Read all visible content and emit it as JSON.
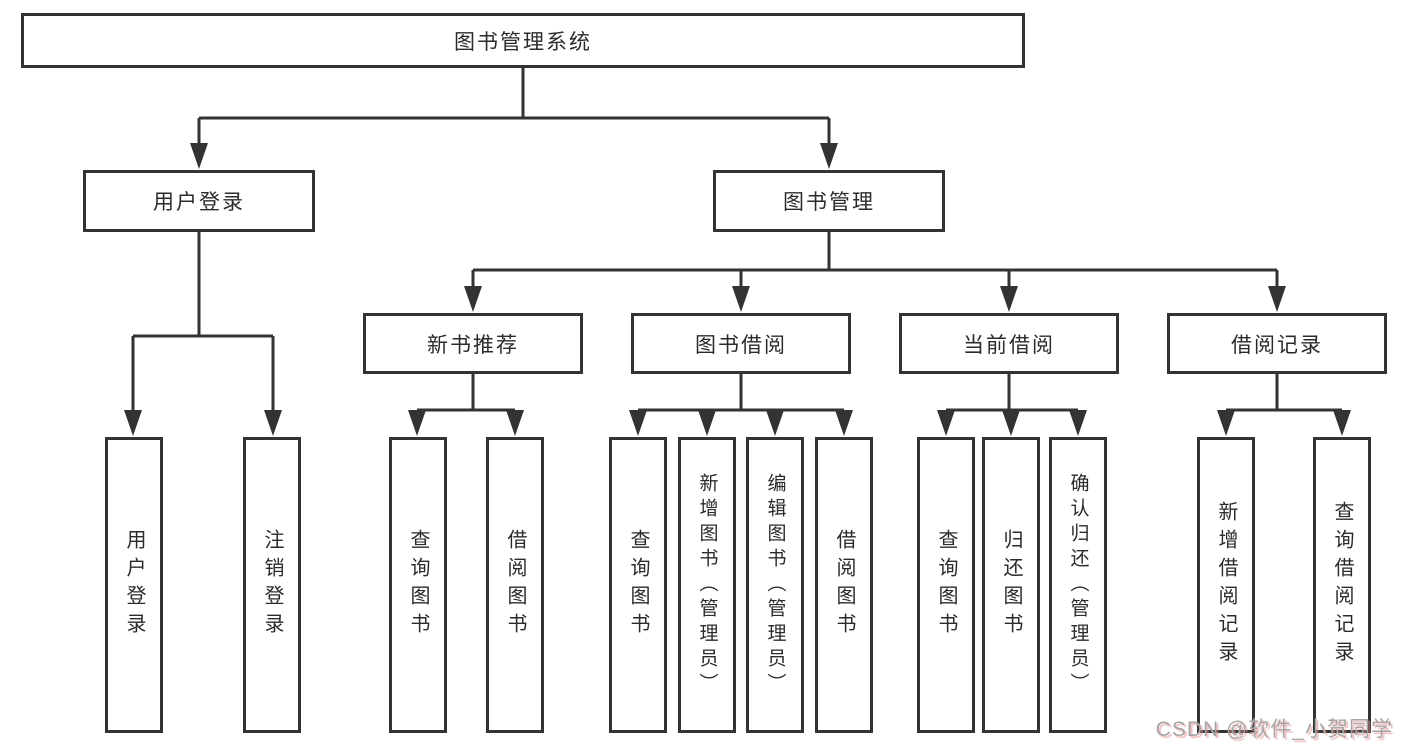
{
  "nodes": {
    "root": "图书管理系统",
    "user_login": "用户登录",
    "book_mgmt": "图书管理",
    "new_book_rec": "新书推荐",
    "book_borrow": "图书借阅",
    "current_borrow": "当前借阅",
    "borrow_record": "借阅记录",
    "leaf_user_login": "用户登录",
    "leaf_logout": "注销登录",
    "leaf_query_book_rec": "查询图书",
    "leaf_borrow_book_rec": "借阅图书",
    "leaf_query_book_borrow": "查询图书",
    "leaf_add_book_admin": "新增图书（管理员）",
    "leaf_edit_book_admin": "编辑图书（管理员）",
    "leaf_borrow_book": "借阅图书",
    "leaf_query_book_current": "查询图书",
    "leaf_return_book": "归还图书",
    "leaf_confirm_return_admin": "确认归还（管理员）",
    "leaf_add_borrow_record": "新增借阅记录",
    "leaf_query_borrow_record": "查询借阅记录"
  },
  "watermark": "CSDN @软件_小贺同学",
  "colors": {
    "line": "#333333",
    "text": "#2b2b2b",
    "watermark_gray": "#a6a6a6",
    "watermark_shadow": "#e68c8c",
    "background": "#ffffff"
  }
}
